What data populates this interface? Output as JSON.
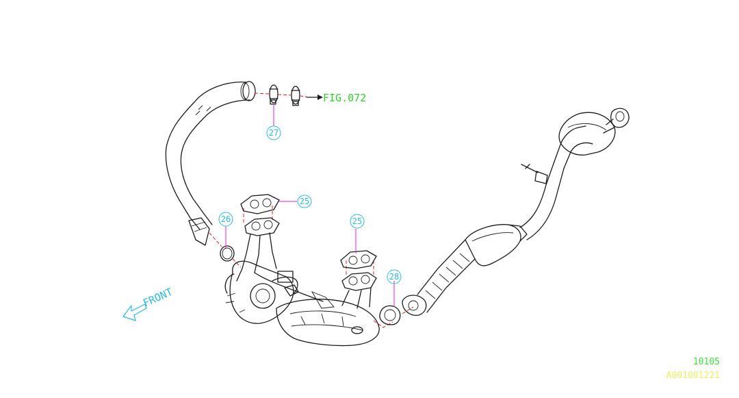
{
  "figure_ref": "FIG.072",
  "front_label": "FRONT",
  "callouts": [
    "27",
    "25",
    "26",
    "25",
    "28"
  ],
  "drawing_number": "10105",
  "part_code": "A001001221",
  "colors": {
    "line": "#1a1a1a",
    "callout": "#2bb8e6",
    "leader": "#e020e0",
    "dashed": "#e02020",
    "fig_ref": "#33cc33",
    "drawing_number": "#44dd44",
    "part_code": "#eeee66",
    "front": "#2bb8e6"
  },
  "icons": [
    "front-arrow-icon",
    "fig-ref-arrow-icon"
  ]
}
